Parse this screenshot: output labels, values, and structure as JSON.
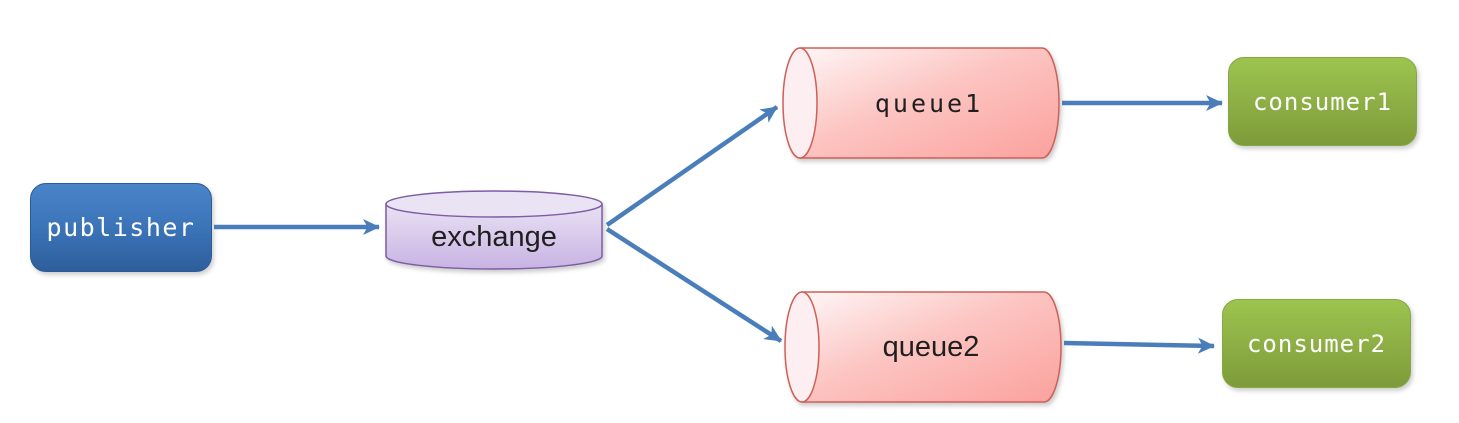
{
  "diagram": {
    "type": "message-flow-diagram",
    "background": "#ffffff",
    "arrow_color": "#4a7ebb",
    "nodes": {
      "publisher": {
        "label": "publisher",
        "shape": "rounded-rectangle",
        "fill_top": "#4a84c8",
        "fill_bottom": "#2e5e9c",
        "border_color": "#2b5c97",
        "text_color": "#ffffff"
      },
      "exchange": {
        "label": "exchange",
        "shape": "cylinder-vertical",
        "fill_top": "#eae3f4",
        "fill_bottom": "#c8b3e3",
        "border_color": "#7d5da6",
        "text_color": "#1f1f1f"
      },
      "queue1": {
        "label": "queue1",
        "shape": "cylinder-horizontal",
        "fill_light": "#fdf1f2",
        "fill_dark": "#fba19d",
        "border_color": "#cf6058",
        "text_color": "#1f1f1f"
      },
      "queue2": {
        "label": "queue2",
        "shape": "cylinder-horizontal",
        "fill_light": "#fdf1f2",
        "fill_dark": "#fba19d",
        "border_color": "#cf6058",
        "text_color": "#1f1f1f"
      },
      "consumer1": {
        "label": "consumer1",
        "shape": "rounded-rectangle",
        "fill_top": "#9dc44f",
        "fill_bottom": "#7d9c3a",
        "border_color": "#86a743",
        "text_color": "#ffffff"
      },
      "consumer2": {
        "label": "consumer2",
        "shape": "rounded-rectangle",
        "fill_top": "#9dc44f",
        "fill_bottom": "#7d9c3a",
        "border_color": "#86a743",
        "text_color": "#ffffff"
      }
    },
    "edges": [
      {
        "from": "publisher",
        "to": "exchange"
      },
      {
        "from": "exchange",
        "to": "queue1"
      },
      {
        "from": "exchange",
        "to": "queue2"
      },
      {
        "from": "queue1",
        "to": "consumer1"
      },
      {
        "from": "queue2",
        "to": "consumer2"
      }
    ]
  }
}
